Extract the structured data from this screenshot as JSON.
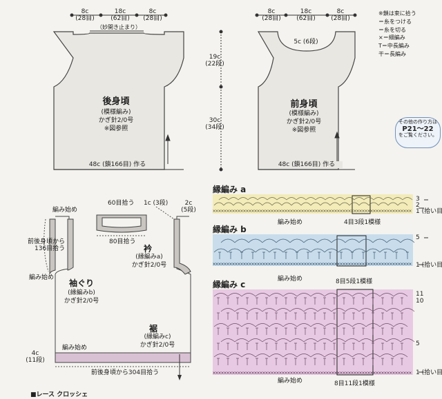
{
  "back": {
    "dim_left": "8c",
    "dim_left_rows": "(28目)",
    "dim_mid": "18c",
    "dim_mid_rows": "(62目)",
    "dim_right": "8c",
    "dim_right_rows": "(28目)",
    "stop_note": "（妙開き止まり）",
    "side_upper": "19c",
    "side_upper_rows": "(22段)",
    "side_lower": "30c",
    "side_lower_rows": "(34段)",
    "title": "後身頃",
    "pattern": "(模様編み)",
    "hook": "かぎ針2/0号",
    "ref": "※図参照",
    "bottom": "48c (鎖166目) 作る"
  },
  "front": {
    "dim_left": "8c",
    "dim_left_rows": "(28目)",
    "dim_mid": "18c",
    "dim_mid_rows": "(62目)",
    "dim_right": "8c",
    "dim_right_rows": "(28目)",
    "neck": "5c (6段)",
    "title": "前身頃",
    "pattern": "(模様編み)",
    "hook": "かぎ針2/0号",
    "ref": "※図参照",
    "bottom": "48c (鎖166目) 作る"
  },
  "legend": {
    "items": [
      "※鎖は束に拾う",
      "＝糸をつける",
      "＝糸を切る",
      "×＝細編み",
      "T＝中長編み",
      "干＝長編み"
    ],
    "note_line1": "その他の作り方は",
    "note_line2": "P21〜22",
    "note_line3": "をご覧ください。"
  },
  "assembly": {
    "start_top": "編み始め",
    "pickup_neck": "60目拾う",
    "neck_dim": "1c (3段)",
    "shoulder": "2c",
    "shoulder_rows": "(5段)",
    "left_pick": "前後身頃から",
    "left_pick2": "136目拾う",
    "pickup_80": "80目拾う",
    "collar": "衿",
    "collar_pattern": "(縁編みa)",
    "collar_hook": "かぎ針2/0号",
    "armhole": "袖ぐり",
    "armhole_pattern": "(縁編みb)",
    "armhole_hook": "かぎ針2/0号",
    "start_mid": "編み始め",
    "hem": "裾",
    "hem_pattern": "(縁編みc)",
    "hem_hook": "かぎ針2/0号",
    "hem_dim": "4c",
    "hem_rows": "(11段)",
    "start_bottom": "編み始め",
    "pickup_bottom": "前後身頃から304目拾う"
  },
  "edgings": {
    "a": {
      "title": "縁編み a",
      "start": "編み始め",
      "repeat": "4目3段1模様",
      "row_top": "3",
      "row_mid": "2",
      "row_bot": "1 (拾い目)"
    },
    "b": {
      "title": "縁編み b",
      "start": "編み始め",
      "repeat": "8目5段1模様",
      "row_top": "5",
      "row_bot": "1 (拾い目)"
    },
    "c": {
      "title": "縁編み c",
      "start": "編み始め",
      "repeat": "8目11段1模様",
      "row_11": "11",
      "row_10": "10",
      "row_5": "5",
      "row_bot": "1 (拾い目)"
    }
  },
  "footer": "■レース クロッシェ"
}
